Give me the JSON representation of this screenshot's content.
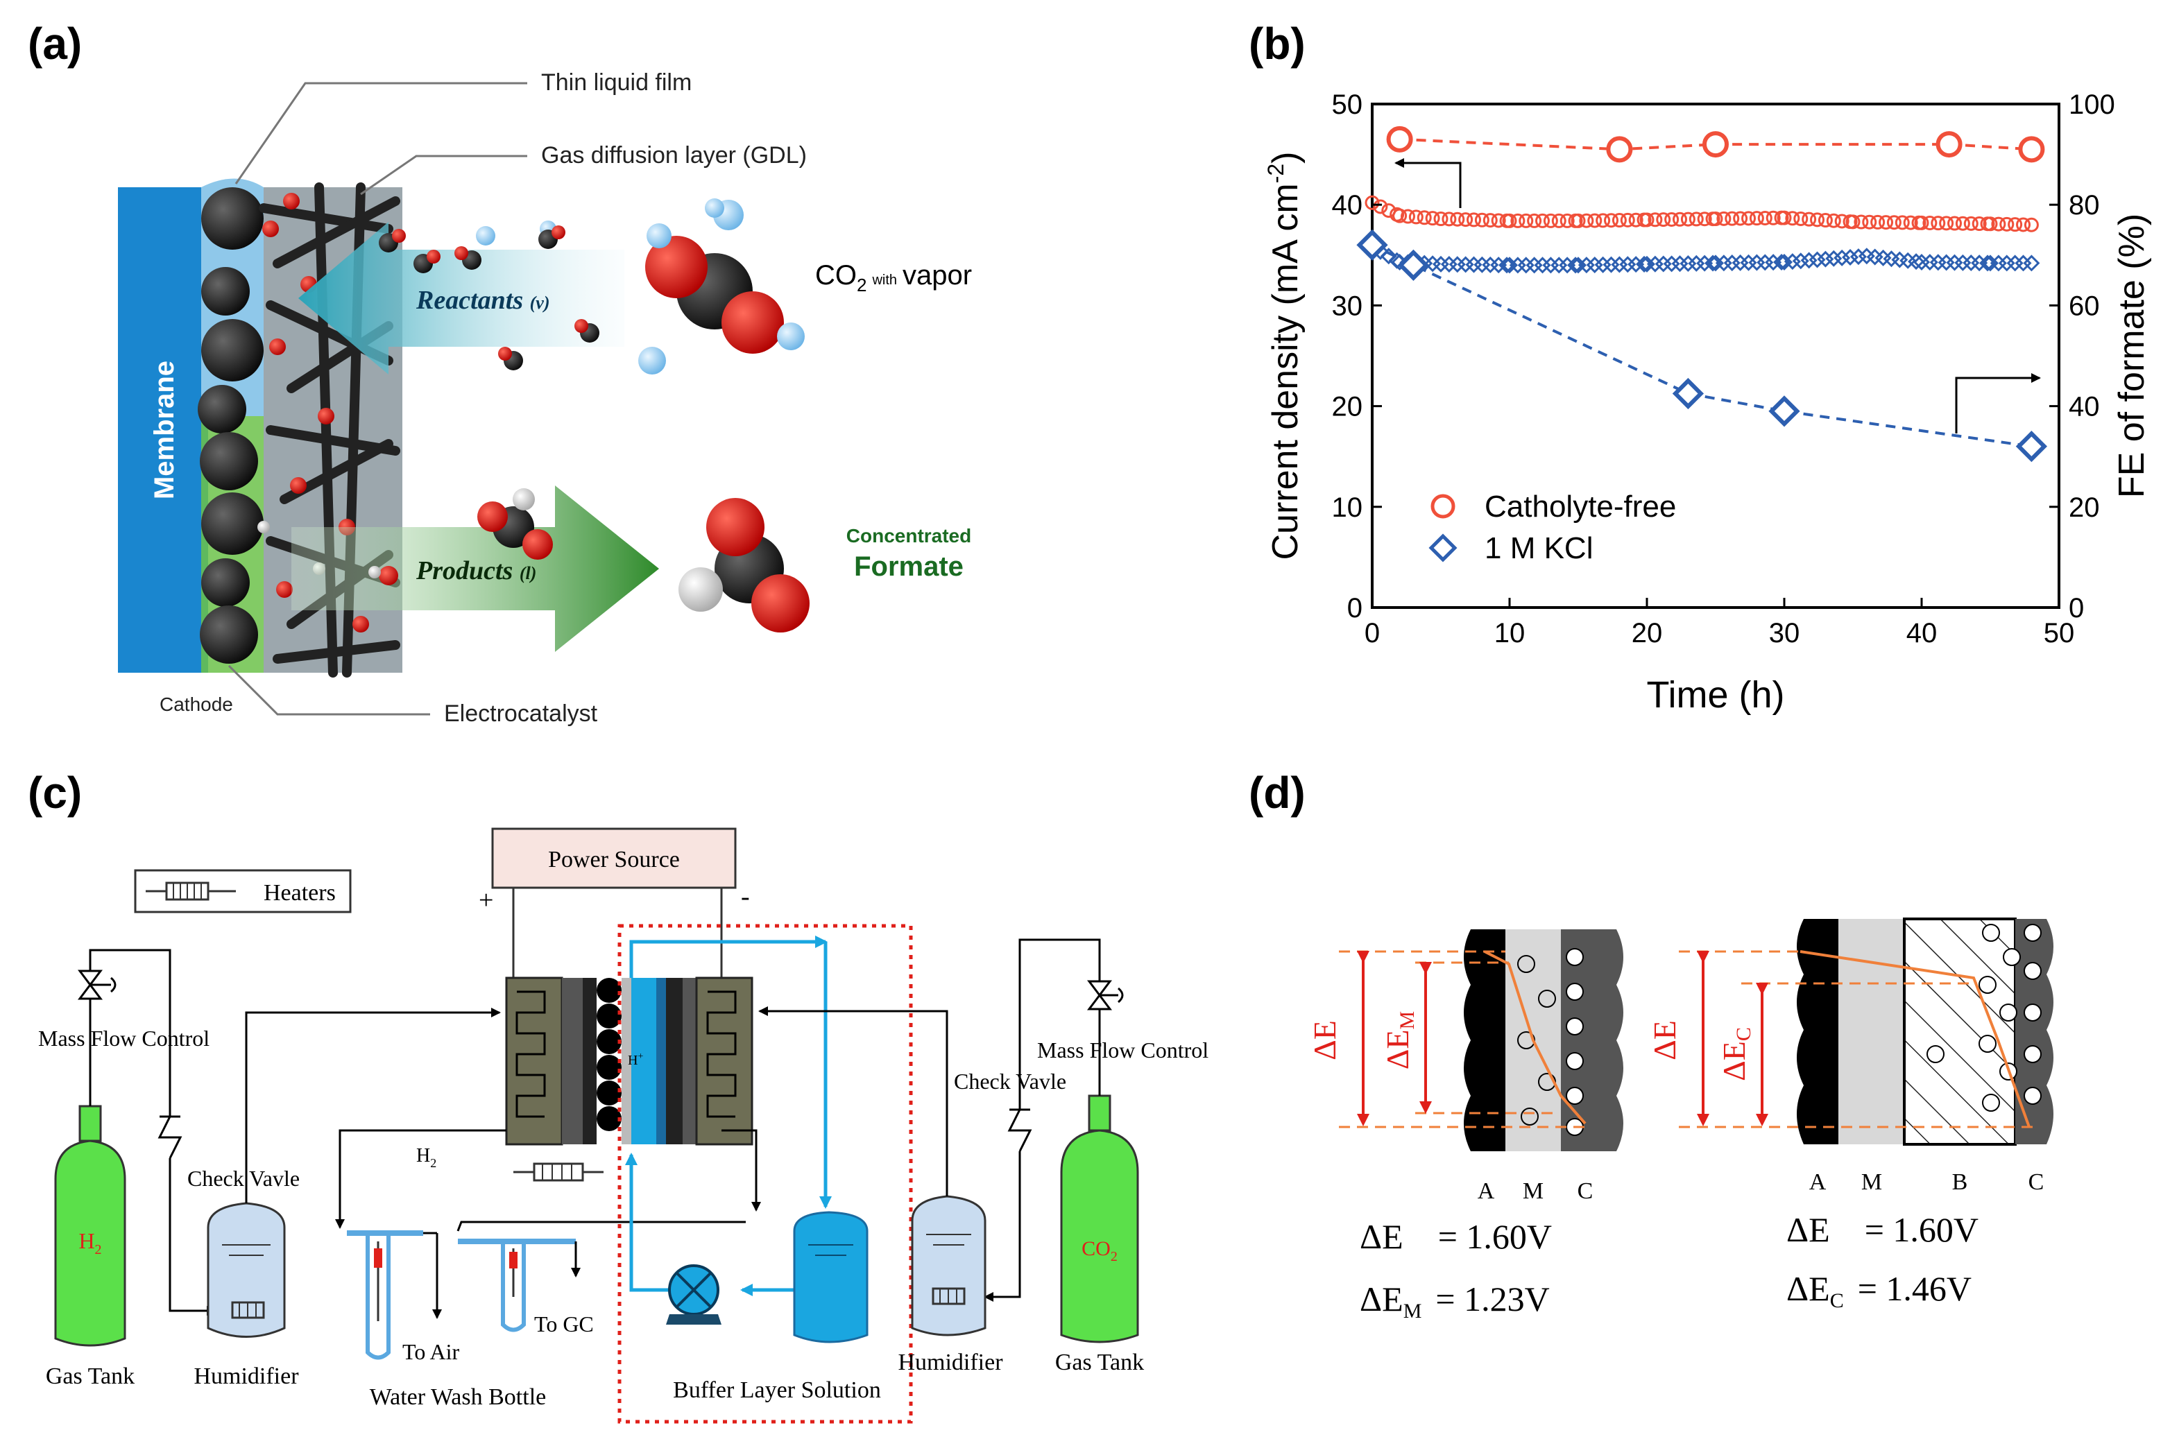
{
  "panels": {
    "a": {
      "tag": "(a)",
      "labels": {
        "film": "Thin liquid film",
        "gdl": "Gas diffusion layer (GDL)",
        "membrane": "Membrane",
        "reactants": "Reactants",
        "reactants_phase": "(v)",
        "co2": "CO",
        "co2_sub": "2",
        "co2_with": "with",
        "co2_vapor": "vapor",
        "products": "Products",
        "products_phase": "(l)",
        "concentrated": "Concentrated",
        "formate": "Formate",
        "cathode": "Cathode",
        "electrocatalyst": "Electrocatalyst"
      },
      "colors": {
        "membrane": "#1a86cf",
        "film": "#8fc8ea",
        "reactant_arrow": "#2aa3b8",
        "product_arrow": "#3f9a3a",
        "formate_text": "#1a6b22"
      }
    },
    "b": {
      "tag": "(b)",
      "labels": {
        "ylabel_left": "Current density (mA cm",
        "ylabel_left_sup": "-2",
        "ylabel_left_end": ")",
        "ylabel_right": "FE of formate (%)",
        "xlabel": "Time (h)"
      },
      "x_ticks": [
        "0",
        "10",
        "20",
        "30",
        "40",
        "50"
      ],
      "y_left_ticks": [
        "0",
        "10",
        "20",
        "30",
        "40",
        "50"
      ],
      "y_right_ticks": [
        "0",
        "20",
        "40",
        "60",
        "80",
        "100"
      ],
      "legend": [
        "Catholyte-free",
        "1 M KCl"
      ]
    },
    "c": {
      "tag": "(c)",
      "labels": {
        "power_source": "Power Source",
        "plus": "+",
        "minus": "-",
        "heaters": "Heaters",
        "mfc_left": "Mass Flow Control",
        "mfc_right": "Mass Flow Control",
        "check_left": "Check Vavle",
        "check_right": "Check Vavle",
        "h2_line": "H",
        "h2_line_sub": "2",
        "h_plus": "H",
        "h_plus_sup": "+",
        "h2_tank": "H",
        "h2_tank_sub": "2",
        "co2_tank": "CO",
        "co2_tank_sub": "2",
        "gas_tank_left": "Gas Tank",
        "gas_tank_right": "Gas Tank",
        "humidifier_left": "Humidifier",
        "humidifier_right": "Humidifier",
        "to_air": "To Air",
        "to_gc": "To GC",
        "water_wash": "Water Wash Bottle",
        "buffer": "Buffer Layer Solution"
      },
      "colors": {
        "tank": "#5be04a",
        "tank_text": "#e0201a",
        "liquid": "#1aa6e0",
        "dashed_box": "#e0201a"
      }
    },
    "d": {
      "tag": "(d)",
      "left": {
        "delta_e": "ΔE",
        "delta_e_m": "ΔE",
        "delta_e_m_sub": "M",
        "layer_a": "A",
        "layer_m": "M",
        "layer_c": "C",
        "eq1_label": "ΔE",
        "eq1_value": "= 1.60V",
        "eq2_label": "ΔE",
        "eq2_sub": "M",
        "eq2_value": "= 1.23V"
      },
      "right": {
        "delta_e": "ΔE",
        "delta_e_c": "ΔE",
        "delta_e_c_sub": "C",
        "layer_a": "A",
        "layer_m": "M",
        "layer_b": "B",
        "layer_c": "C",
        "eq1_label": "ΔE",
        "eq1_value": "= 1.60V",
        "eq2_label": "ΔE",
        "eq2_sub": "C",
        "eq2_value": "= 1.46V"
      }
    }
  },
  "chart_data": {
    "type": "line",
    "x_label": "Time (h)",
    "y_label_left": "Current density (mA cm-2)",
    "y_label_right": "FE of formate (%)",
    "xlim": [
      0,
      50
    ],
    "ylim_left": [
      0,
      50
    ],
    "ylim_right": [
      0,
      100
    ],
    "legend_position": "bottom-left",
    "series": [
      {
        "name": "Catholyte-free",
        "axis": "left",
        "style": "small-circles",
        "color": "#f0503a",
        "x": [
          0,
          2,
          5,
          10,
          15,
          20,
          25,
          30,
          35,
          40,
          45,
          48
        ],
        "y": [
          40.2,
          38.9,
          38.6,
          38.4,
          38.4,
          38.5,
          38.6,
          38.7,
          38.3,
          38.2,
          38.1,
          38.0
        ]
      },
      {
        "name": "1 M KCl",
        "axis": "left",
        "style": "small-diamonds",
        "color": "#2d5fb0",
        "x": [
          0,
          2,
          5,
          10,
          15,
          20,
          25,
          30,
          33,
          36,
          40,
          45,
          48
        ],
        "y": [
          35.8,
          34.3,
          34.1,
          34.0,
          34.0,
          34.1,
          34.2,
          34.3,
          34.6,
          34.9,
          34.3,
          34.2,
          34.2
        ]
      },
      {
        "name": "Catholyte-free",
        "axis": "right",
        "style": "open-circles-dashed",
        "color": "#f0503a",
        "x": [
          2,
          18,
          25,
          42,
          48
        ],
        "y": [
          93,
          91,
          92,
          92,
          91
        ]
      },
      {
        "name": "1 M KCl",
        "axis": "right",
        "style": "open-diamonds-dashed",
        "color": "#2d5fb0",
        "x": [
          0,
          3,
          23,
          30,
          48
        ],
        "y": [
          72,
          68,
          42.5,
          39,
          32
        ]
      }
    ]
  }
}
